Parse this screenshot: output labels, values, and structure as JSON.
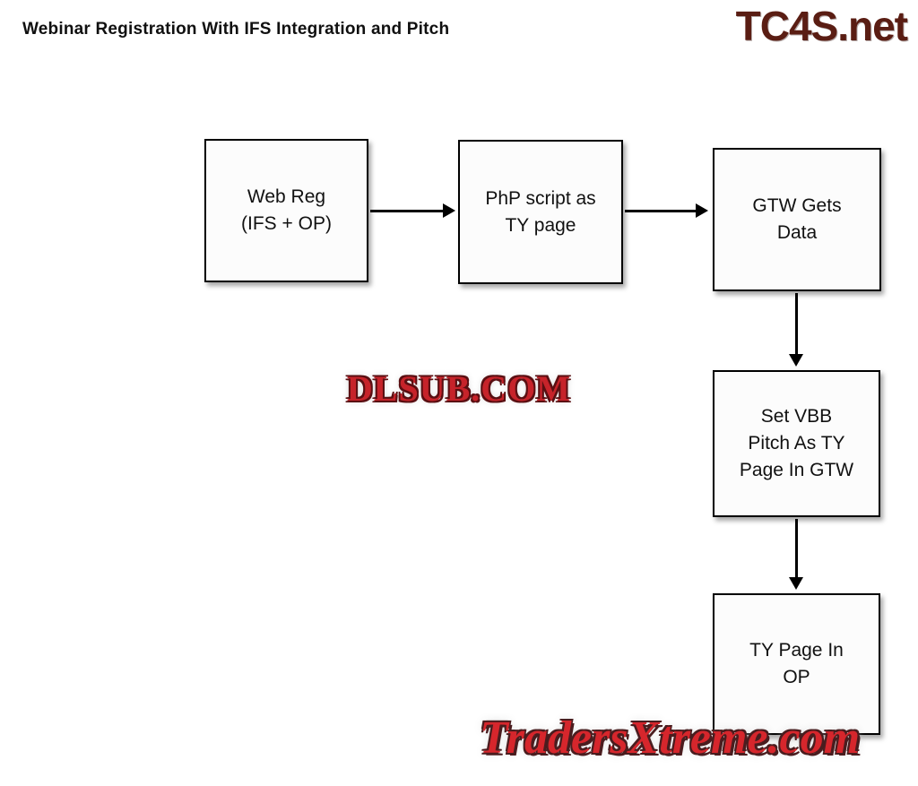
{
  "page": {
    "title": "Webinar Registration With IFS Integration and Pitch",
    "brand_top_right": "TC4S.net",
    "watermark_center": "DLSUB.COM",
    "watermark_bottom": "TradersXtreme.com",
    "colors": {
      "watermark_red": "#c6232a",
      "watermark_outline": "#5a0f12",
      "brand_dark_red": "#5a1d13",
      "box_border": "#000000",
      "box_fill": "#fcfcfc",
      "background": "#ffffff"
    }
  },
  "flowchart": {
    "nodes": [
      {
        "id": "web-reg",
        "label": "Web Reg\n(IFS + OP)"
      },
      {
        "id": "php-script",
        "label": "PhP script as\nTY page"
      },
      {
        "id": "gtw-gets",
        "label": "GTW Gets\nData"
      },
      {
        "id": "set-vbb",
        "label": "Set VBB\nPitch As TY\nPage In GTW"
      },
      {
        "id": "ty-page-op",
        "label": "TY Page In\nOP"
      }
    ],
    "edges": [
      {
        "from": "web-reg",
        "to": "php-script",
        "direction": "right"
      },
      {
        "from": "php-script",
        "to": "gtw-gets",
        "direction": "right"
      },
      {
        "from": "gtw-gets",
        "to": "set-vbb",
        "direction": "down"
      },
      {
        "from": "set-vbb",
        "to": "ty-page-op",
        "direction": "down"
      }
    ]
  }
}
